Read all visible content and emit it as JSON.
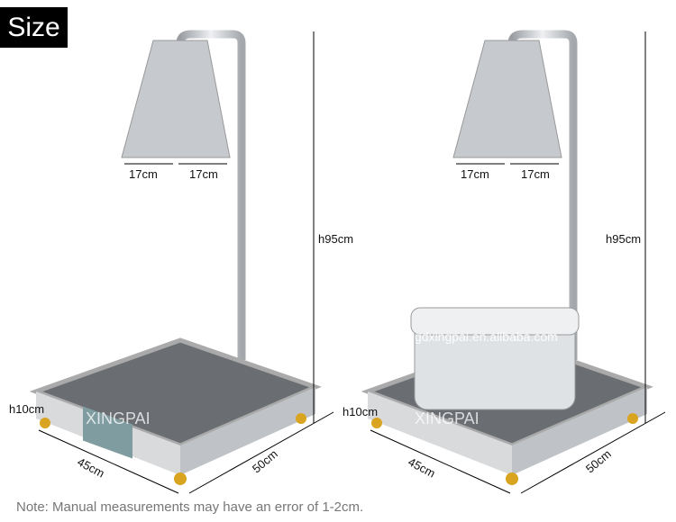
{
  "title": "Size",
  "left": {
    "w1": "17cm",
    "w2": "17cm",
    "height": "h95cm",
    "base_h": "h10cm",
    "width": "45cm",
    "depth": "50cm",
    "watermark": "XINGPAI"
  },
  "right": {
    "w1": "17cm",
    "w2": "17cm",
    "height": "h95cm",
    "base_h": "h10cm",
    "width": "45cm",
    "depth": "50cm",
    "watermark": "XINGPAI",
    "watermark2": "gdxingpai.en.alibaba.com"
  },
  "note": "Note: Manual measurements may have an error of 1-2cm.",
  "colors": {
    "steel": "#c8cbcf",
    "granite": "#6a6e72",
    "gold": "#d9a521"
  }
}
